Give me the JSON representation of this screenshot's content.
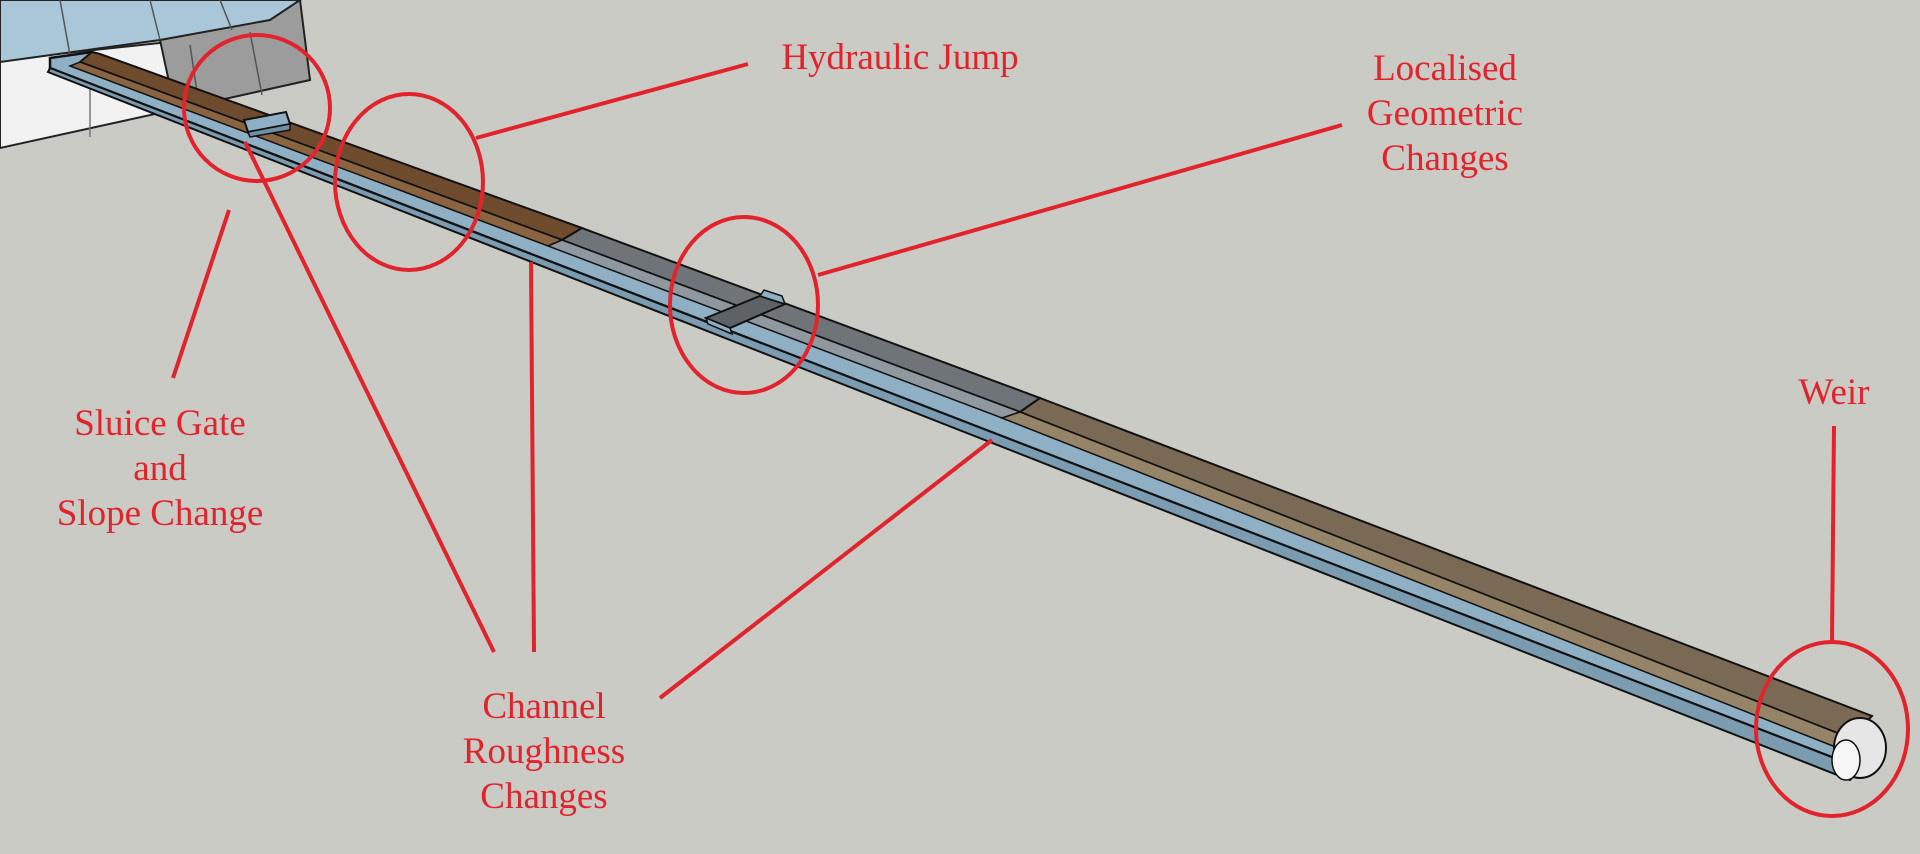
{
  "colors": {
    "annotation": "#e3232c",
    "background": "#cbcbc6",
    "channel_wall": "#8fb0c4",
    "channel_bed_brown": "#6f4b2e",
    "channel_bed_grey": "#6e7478",
    "channel_bed_gravel": "#7a6a55",
    "reservoir_top": "#a9c7d8",
    "reservoir_side": "#9a9a9a"
  },
  "annotations": {
    "hydraulic_jump": {
      "lines": [
        "Hydraulic Jump"
      ]
    },
    "geometric_changes": {
      "lines": [
        "Localised",
        "Geometric",
        "Changes"
      ]
    },
    "weir": {
      "lines": [
        "Weir"
      ]
    },
    "sluice_gate": {
      "lines": [
        "Sluice Gate",
        "and",
        "Slope Change"
      ]
    },
    "roughness": {
      "lines": [
        "Channel",
        "Roughness",
        "Changes"
      ]
    }
  }
}
